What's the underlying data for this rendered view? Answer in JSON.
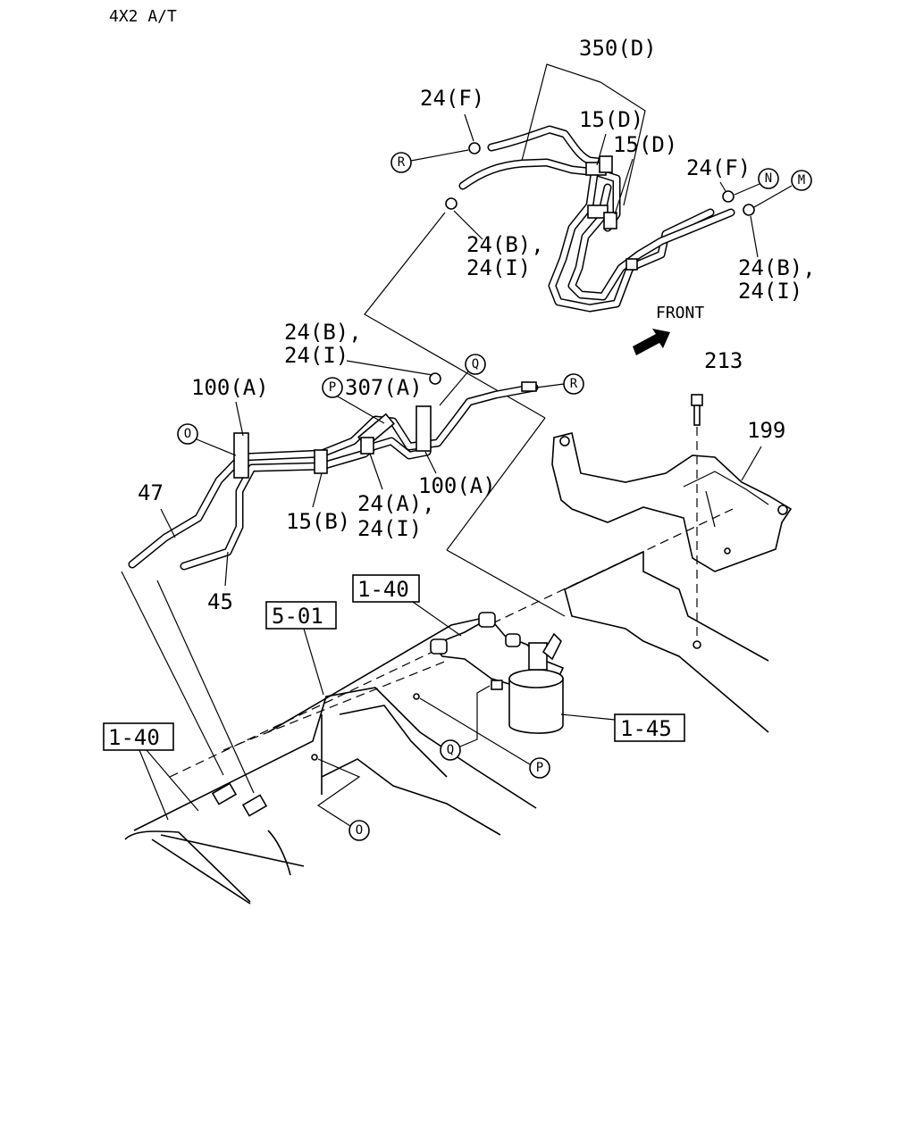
{
  "header": {
    "variant": "4X2  A/T"
  },
  "callout_letters": {
    "R": "R",
    "Q": "Q",
    "P": "P",
    "O": "O",
    "N": "N",
    "M": "M"
  },
  "labels": {
    "hose_350d": "350(D)",
    "clamp_24f_left": "24(F)",
    "clip_15d_a": "15(D)",
    "clip_15d_b": "15(D)",
    "clamp_24f_right": "24(F)",
    "clamp_24b_upper_l1": "24(B),",
    "clamp_24b_upper_l2": "24(I)",
    "clamp_24b_right_l1": "24(B),",
    "clamp_24b_right_l2": "24(I)",
    "front": "FRONT",
    "clamp_24b_mid_l1": "24(B),",
    "clamp_24b_mid_l2": "24(I)",
    "bolt_213": "213",
    "clip_100a_left": "100(A)",
    "hose_307a": "307(A)",
    "bracket_199": "199",
    "pipe_47": "47",
    "clip_15b": "15(B)",
    "clamp_24a_l1": "24(A),",
    "clamp_24a_l2": "24(I)",
    "clip_100a_right": "100(A)",
    "pipe_45": "45",
    "ref_1_40_top": "1-40",
    "ref_5_01": "5-01",
    "ref_1_45": "1-45",
    "ref_1_40_left": "1-40"
  }
}
